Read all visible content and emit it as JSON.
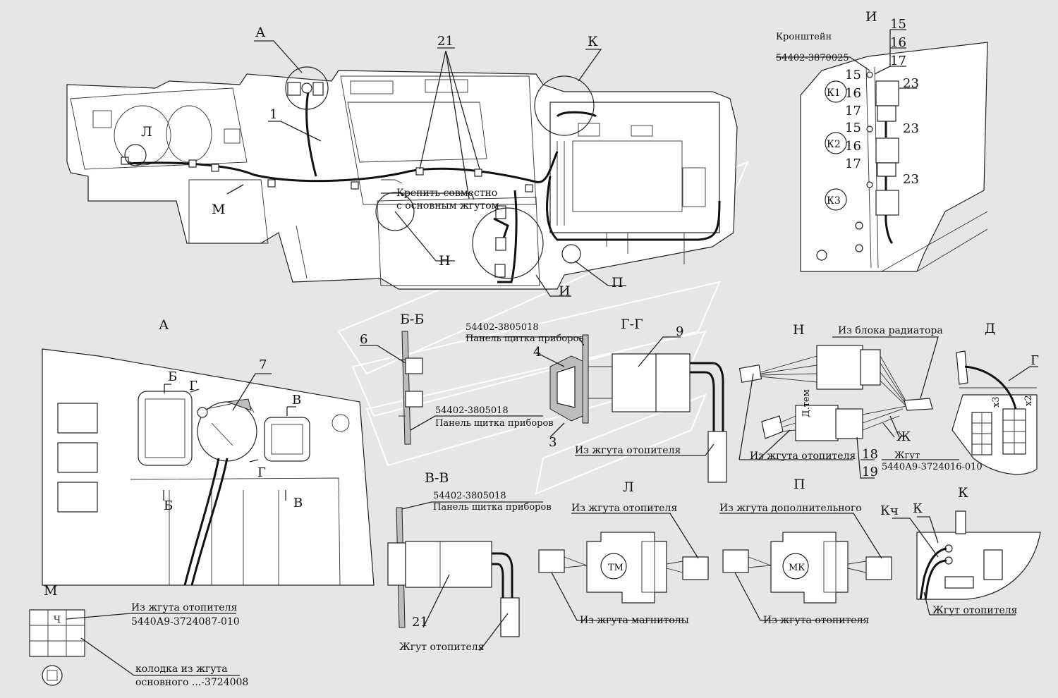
{
  "views": {
    "A": "А",
    "BB": "Б-Б",
    "VV": "В-В",
    "GG": "Г-Г",
    "N": "Н",
    "D": "Д",
    "L": "Л",
    "P": "П",
    "K": "К",
    "I": "И",
    "M": "М"
  },
  "main": {
    "callout_A": "А",
    "callout_K": "К",
    "callout_L": "Л",
    "callout_M": "М",
    "callout_N": "Н",
    "callout_I": "И",
    "callout_P": "П",
    "pos_1": "1",
    "pos_21": "21",
    "note_line1": "Крепить совместно",
    "note_line2": "с основным жгутом"
  },
  "view_I": {
    "part_no": "54402-3870025",
    "part_name": "Кронштейн",
    "pos_15": "15",
    "pos_16": "16",
    "pos_17": "17",
    "pos_23": "23",
    "k1": "К1",
    "k2": "К2",
    "k3": "К3"
  },
  "view_A": {
    "pos_7": "7",
    "sec_B": "Б",
    "sec_G": "Г",
    "sec_V": "В"
  },
  "view_BB": {
    "pos_6": "6",
    "panel_no": "54402-3805018",
    "panel_name": "Панель щитка приборов"
  },
  "view_GG": {
    "panel_no": "54402-3805018",
    "panel_name": "Панель щитка приборов",
    "pos_4": "4",
    "pos_3": "3",
    "pos_9": "9",
    "from_heater": "Из жгута отопителя"
  },
  "view_VV": {
    "panel_no": "54402-3805018",
    "panel_name": "Панель щитка приборов",
    "pos_21": "21",
    "harness": "Жгут отопителя"
  },
  "view_N": {
    "from_radiator": "Из блока радиатора",
    "from_heater": "Из жгута отопителя",
    "d_tem": "Д.тем",
    "zh": "Ж",
    "pos_18": "18",
    "pos_19": "19",
    "harness_label": "Жгут",
    "harness_no": "5440А9-3724016-010"
  },
  "view_D": {
    "g": "Г",
    "x3": "х3",
    "x2": "х2"
  },
  "view_L": {
    "from_heater": "Из жгута отопителя",
    "from_radio": "Из жгута магнитолы",
    "tm": "ТМ"
  },
  "view_P": {
    "from_additional": "Из жгута дополнительного",
    "from_heater": "Из жгута отопителя",
    "mk": "МК"
  },
  "view_K": {
    "kch": "Кч",
    "k": "К",
    "harness": "Жгут отопителя"
  },
  "view_M": {
    "ch": "Ч",
    "from_heater": "Из жгута отопителя",
    "heater_no": "5440А9-3724087-010",
    "block_line1": "колодка из жгута",
    "block_line2": "основного ...-3724008"
  }
}
